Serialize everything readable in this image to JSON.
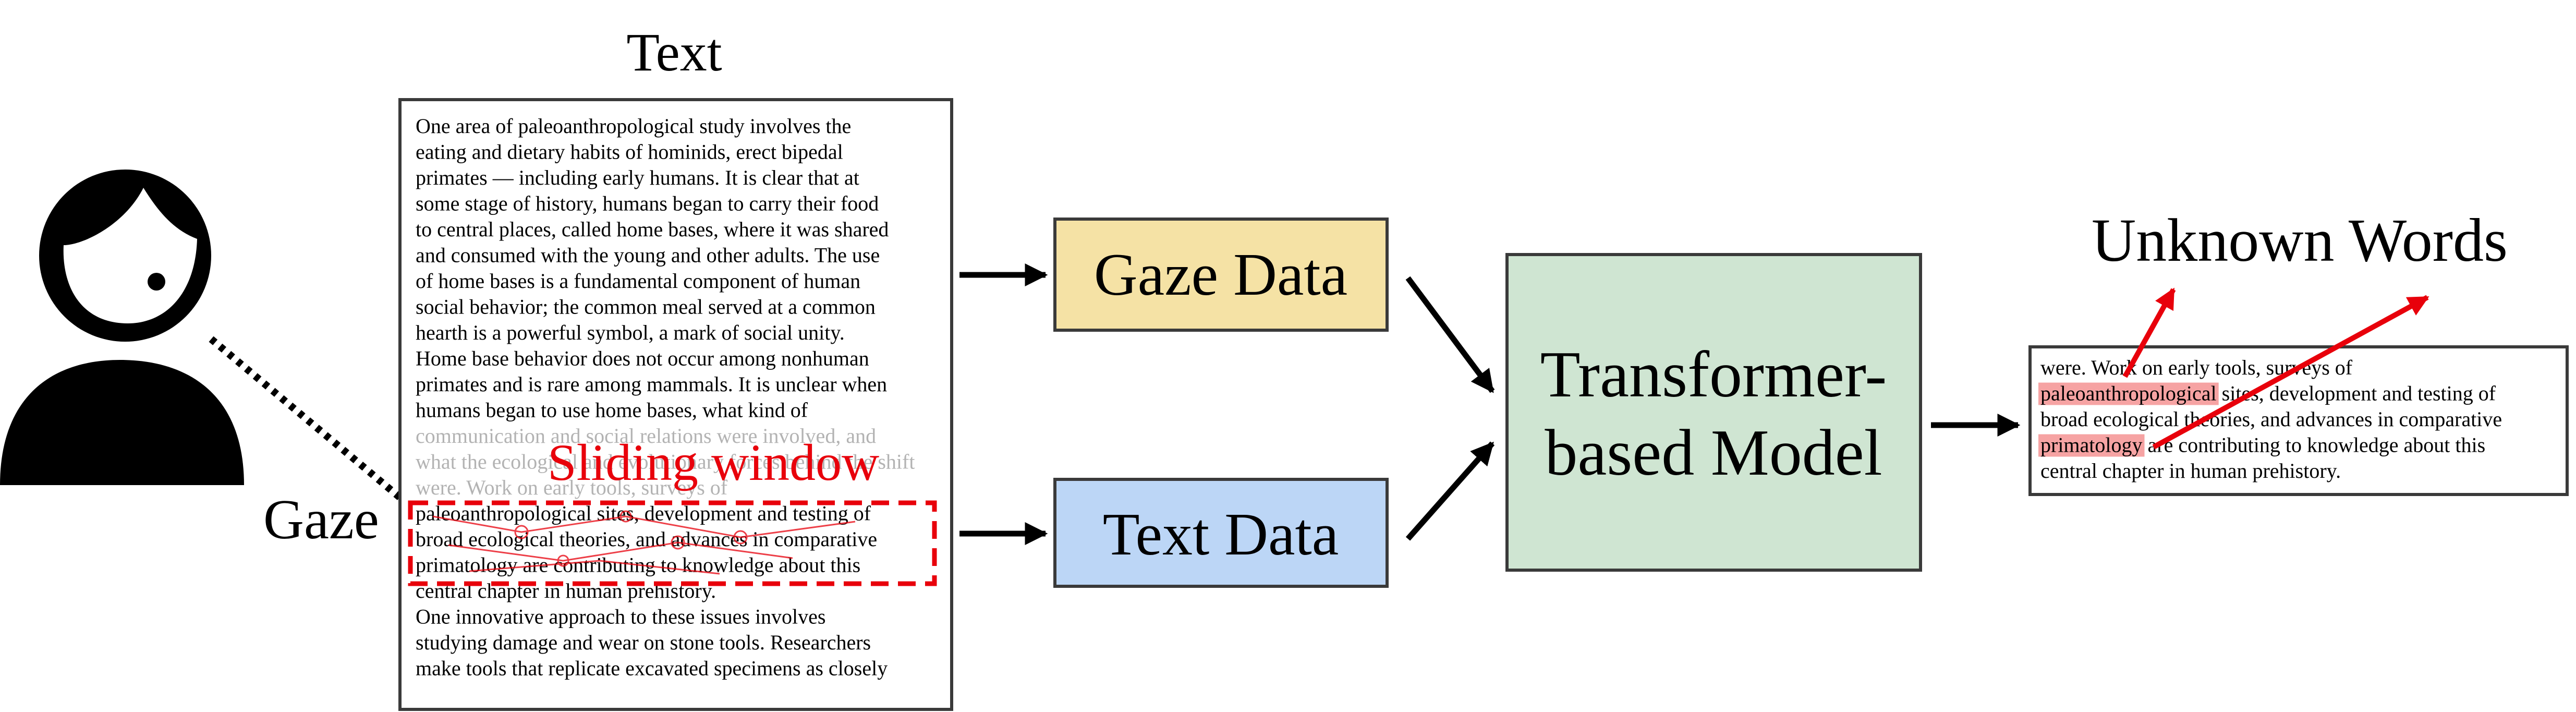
{
  "reader": {
    "label": "Gaze"
  },
  "text_panel": {
    "title": "Text",
    "lines": [
      {
        "text": "One area of paleoanthropological study involves the",
        "faded": false
      },
      {
        "text": "eating and dietary habits of hominids, erect bipedal",
        "faded": false
      },
      {
        "text": "primates — including early humans. It is clear that at",
        "faded": false
      },
      {
        "text": "some stage of history, humans began to carry their food",
        "faded": false
      },
      {
        "text": "to central places, called home bases, where it was shared",
        "faded": false
      },
      {
        "text": "and consumed with the young and other adults. The use",
        "faded": false
      },
      {
        "text": "of home bases is a fundamental component of human",
        "faded": false
      },
      {
        "text": "social behavior; the common meal served at a common",
        "faded": false
      },
      {
        "text": "hearth is a powerful symbol, a mark of social unity.",
        "faded": false
      },
      {
        "text": "Home base behavior does not occur among nonhuman",
        "faded": false
      },
      {
        "text": "primates and is rare among mammals. It is unclear when",
        "faded": false
      },
      {
        "text": "humans began to use home bases, what kind of",
        "faded": false
      },
      {
        "text": "communication and social relations were involved, and",
        "faded": true
      },
      {
        "text": "what the ecological and evolutionary forces behind the shift",
        "faded": true
      },
      {
        "text": "were. Work on early tools, surveys of",
        "faded": true
      },
      {
        "text": "paleoanthropological sites, development and testing of",
        "faded": false
      },
      {
        "text": "broad ecological theories, and advances in comparative",
        "faded": false
      },
      {
        "text": "primatology are contributing to knowledge about this",
        "faded": false
      },
      {
        "text": "central chapter in human prehistory.",
        "faded": false
      },
      {
        "text": "One innovative approach to these issues involves",
        "faded": false
      },
      {
        "text": "studying damage and wear on stone tools. Researchers",
        "faded": false
      },
      {
        "text": "make tools that replicate excavated specimens as closely",
        "faded": false
      }
    ],
    "sliding_window_label": "Sliding window"
  },
  "gaze_data": {
    "label": "Gaze Data",
    "color": "#f5e2a5"
  },
  "text_data": {
    "label": "Text Data",
    "color": "#bcd6f6"
  },
  "model": {
    "line1": "Transformer-",
    "line2": "based Model",
    "color": "#cfe5d2"
  },
  "output": {
    "title": "Unknown Words",
    "highlight_color": "#f6a3a3",
    "lines": [
      [
        {
          "text": "were. Work on early tools, surveys of",
          "highlight": false
        }
      ],
      [
        {
          "text": "paleoanthropological",
          "highlight": true
        },
        {
          "text": " sites, development and testing of",
          "highlight": false
        }
      ],
      [
        {
          "text": "broad ecological theories, and advances in comparative",
          "highlight": false
        }
      ],
      [
        {
          "text": "primatology",
          "highlight": true
        },
        {
          "text": " are contributing to knowledge about this",
          "highlight": false
        }
      ],
      [
        {
          "text": "central chapter in human prehistory.",
          "highlight": false
        }
      ]
    ]
  },
  "colors": {
    "accent_red": "#e8000b",
    "stroke": "#3a3a3a"
  }
}
